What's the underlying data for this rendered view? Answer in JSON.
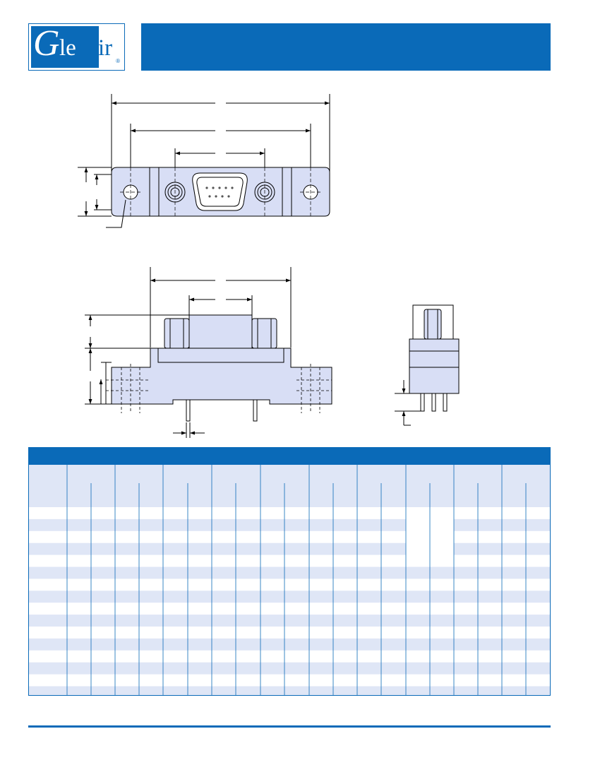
{
  "header": {
    "logo_text": "Glenair",
    "logo_registered": "®"
  },
  "colors": {
    "brand_blue": "#0a6ab8",
    "part_fill": "#d8def5",
    "table_band": "#dfe6f6"
  },
  "table": {
    "rows": 16,
    "column_groups": 10
  }
}
